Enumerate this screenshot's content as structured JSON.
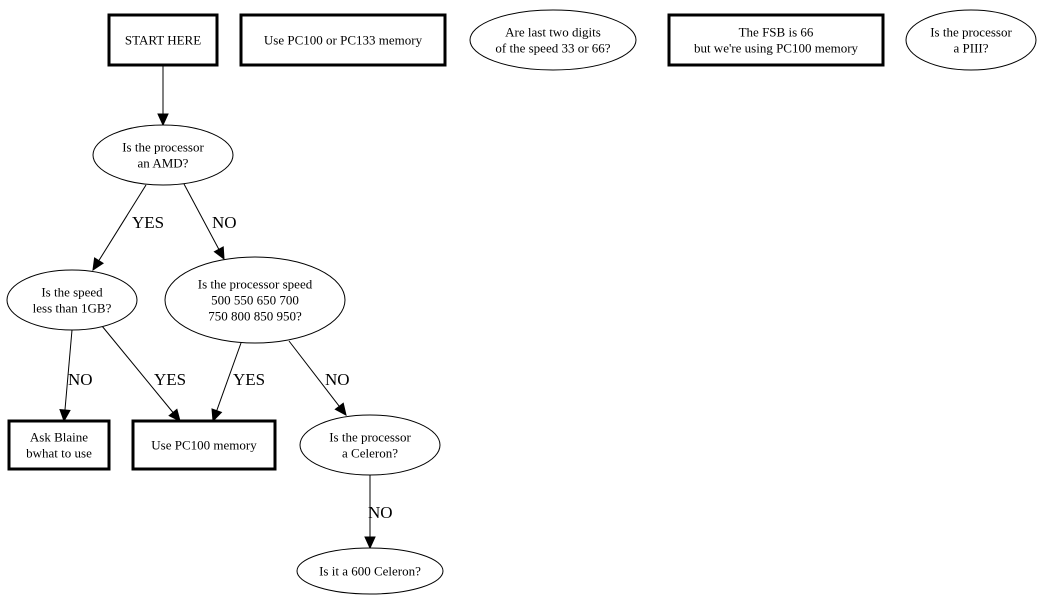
{
  "diagram": {
    "type": "flowchart",
    "nodes": {
      "start": {
        "shape": "box",
        "lines": [
          "START HERE"
        ]
      },
      "pc100_or_133": {
        "shape": "box",
        "lines": [
          "Use PC100 or PC133 memory"
        ]
      },
      "last_two_digits": {
        "shape": "ellipse",
        "lines": [
          "Are last two digits",
          "of the speed 33 or 66?"
        ]
      },
      "fsb66": {
        "shape": "box",
        "lines": [
          "The FSB is 66",
          "but we're using PC100 memory"
        ]
      },
      "is_piii": {
        "shape": "ellipse",
        "lines": [
          "Is the processor",
          "a PIII?"
        ]
      },
      "is_amd": {
        "shape": "ellipse",
        "lines": [
          "Is the processor",
          "an AMD?"
        ]
      },
      "speed_lt_1gb": {
        "shape": "ellipse",
        "lines": [
          "Is the speed",
          "less than 1GB?"
        ]
      },
      "speed_list": {
        "shape": "ellipse",
        "lines": [
          "Is the processor speed",
          "500 550 650 700",
          "750 800 850 950?"
        ]
      },
      "ask_blaine": {
        "shape": "box",
        "lines": [
          "Ask Blaine",
          "bwhat to use"
        ]
      },
      "use_pc100": {
        "shape": "box",
        "lines": [
          "Use PC100 memory"
        ]
      },
      "is_celeron": {
        "shape": "ellipse",
        "lines": [
          "Is the processor",
          "a Celeron?"
        ]
      },
      "is_600_celeron": {
        "shape": "ellipse",
        "lines": [
          "Is it a 600 Celeron?"
        ]
      }
    },
    "edges": [
      {
        "from": "start",
        "to": "is_amd",
        "label": ""
      },
      {
        "from": "is_amd",
        "to": "speed_lt_1gb",
        "label": "YES"
      },
      {
        "from": "is_amd",
        "to": "speed_list",
        "label": "NO"
      },
      {
        "from": "speed_lt_1gb",
        "to": "ask_blaine",
        "label": "NO"
      },
      {
        "from": "speed_lt_1gb",
        "to": "use_pc100",
        "label": "YES"
      },
      {
        "from": "speed_list",
        "to": "use_pc100",
        "label": "YES"
      },
      {
        "from": "speed_list",
        "to": "is_celeron",
        "label": "NO"
      },
      {
        "from": "is_celeron",
        "to": "is_600_celeron",
        "label": "NO"
      }
    ]
  }
}
